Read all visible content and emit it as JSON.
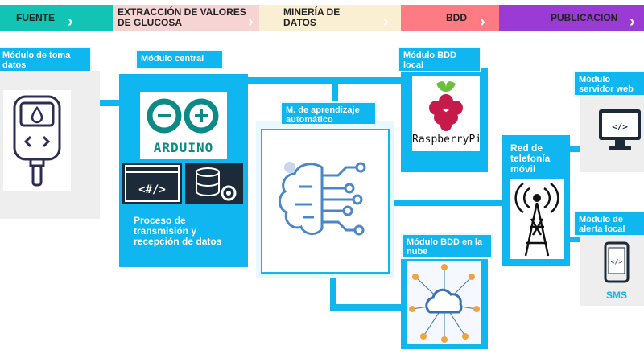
{
  "stages": [
    {
      "label": "FUENTE",
      "color": "#11c4b4"
    },
    {
      "label": "EXTRACCIÓN DE VALORES DE GLUCOSA",
      "color": "#f7d4d4"
    },
    {
      "label": "MINERÍA DE DATOS",
      "color": "#fbefd3"
    },
    {
      "label": "BDD",
      "color": "#ff7b84"
    },
    {
      "label": "PUBLICACION",
      "color": "#9b3bd6"
    }
  ],
  "modules": {
    "toma_datos": "Módulo de toma datos",
    "central": "Módulo central",
    "central_caption": "Proceso de transmisión y recepción de datos",
    "arduino_text": "ARDUINO",
    "ml": "M. de aprendizaje automático",
    "bdd_local": "Módulo BDD local",
    "raspberry_text": "RaspberryPi",
    "bdd_nube": "Módulo BDD en la nube",
    "red_telefonia": "Red de telefonía móvil",
    "servidor_web": "Módulo servidor web",
    "alerta_local": "Módulo de alerta local",
    "sms_label": "SMS"
  },
  "colors": {
    "accent": "#0fb6f0",
    "arduino": "#0b8a86",
    "raspberry": "#c51a4a",
    "grey_panel": "#eeeeee"
  },
  "icons": [
    "glucometer-icon",
    "arduino-logo-icon",
    "code-window-icon",
    "database-gear-icon",
    "brain-network-icon",
    "raspberry-pi-icon",
    "cloud-network-icon",
    "radio-tower-icon",
    "monitor-code-icon",
    "smartphone-code-icon"
  ]
}
